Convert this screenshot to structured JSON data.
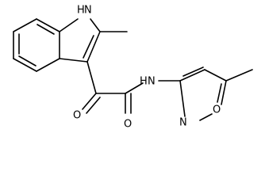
{
  "molecule": {
    "atoms": {
      "indole_nh": "H",
      "indole_n": "N",
      "ketone_o": "O",
      "amide_o": "O",
      "amide_nh": "H",
      "amide_n": "N",
      "isoxazole_n": "N",
      "isoxazole_o": "O"
    }
  },
  "colors": {
    "bond": "#000000",
    "label": "#000000",
    "background": "#ffffff"
  }
}
